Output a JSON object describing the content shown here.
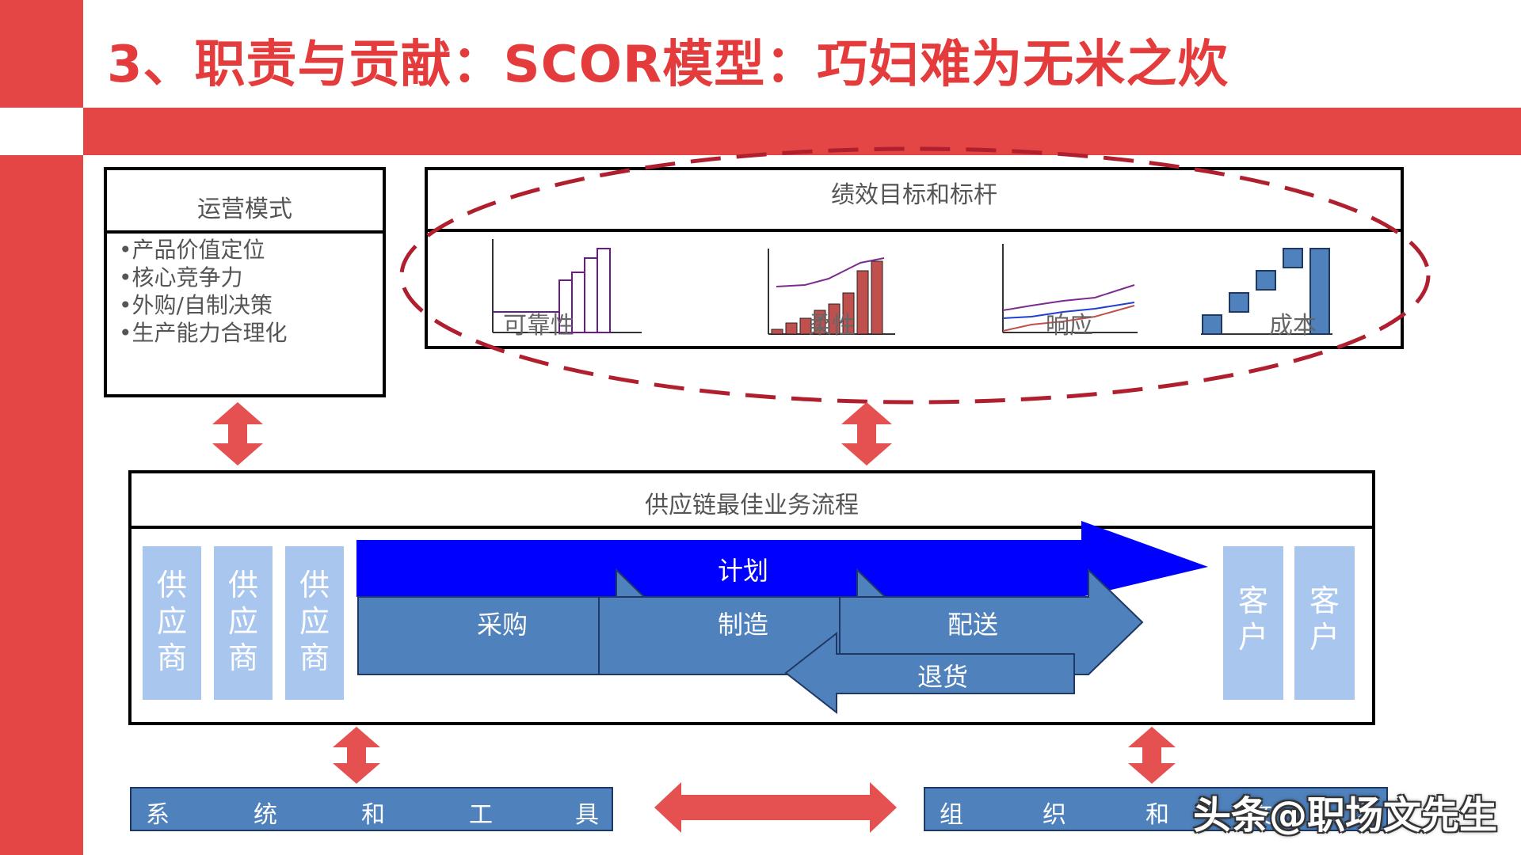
{
  "slide": {
    "title": "3、职责与贡献：SCOR模型：巧妇难为无米之炊",
    "accent_color": "#E44545",
    "dashed_ellipse_color": "#B01F2E"
  },
  "operations_box": {
    "title": "运营模式",
    "items": [
      "•产品价值定位",
      "•核心竞争力",
      "•外购/自制决策",
      "•生产能力合理化"
    ]
  },
  "performance_box": {
    "title": "绩效目标和标杆",
    "charts": [
      {
        "label": "可靠性",
        "type": "bar"
      },
      {
        "label": "柔性",
        "type": "bar"
      },
      {
        "label": "响应",
        "type": "line"
      },
      {
        "label": "成本",
        "type": "bar"
      }
    ]
  },
  "process_box": {
    "title": "供应链最佳业务流程",
    "suppliers": [
      "供应商",
      "供应商",
      "供应商"
    ],
    "customers": [
      "客户",
      "客户"
    ],
    "plan_label": "计划",
    "source_label": "采购",
    "make_label": "制造",
    "deliver_label": "配送",
    "return_label": "退货",
    "plan_color": "#0000FF",
    "process_color": "#4F81BD"
  },
  "bottom": {
    "systems": [
      "系",
      "统",
      "和",
      "工",
      "具"
    ],
    "organization": [
      "组",
      "织",
      "和",
      "文",
      "化"
    ]
  },
  "watermark": "头条@职场文先生"
}
